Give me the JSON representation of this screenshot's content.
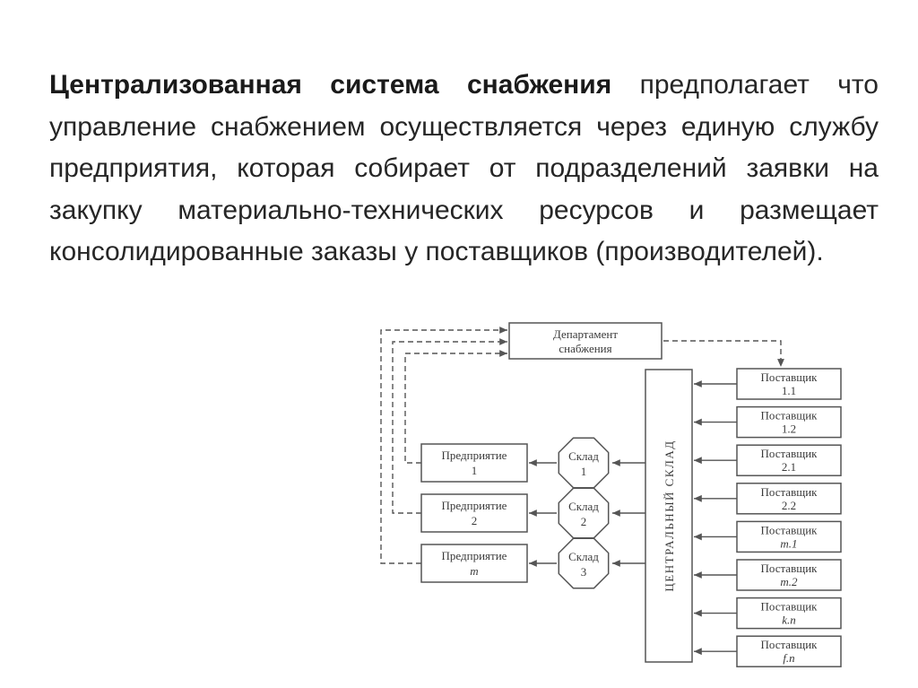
{
  "paragraph": {
    "term": "Централизованная система снабжения",
    "rest": " предполагает что управление снабжением осуществляется через единую службу предприятия, которая собирает от подразделений заявки на закупку материально-технических ресурсов и размещает консолидированные заказы у поставщиков (производителей)."
  },
  "diagram": {
    "department": [
      "Департамент",
      "снабжения"
    ],
    "central_warehouse": "ЦЕНТРАЛЬНЫЙ СКЛАД",
    "enterprises": [
      {
        "line1": "Предприятие",
        "line2": "1"
      },
      {
        "line1": "Предприятие",
        "line2": "2"
      },
      {
        "line1": "Предприятие",
        "line2": "m"
      }
    ],
    "warehouses": [
      {
        "line1": "Склад",
        "line2": "1"
      },
      {
        "line1": "Склад",
        "line2": "2"
      },
      {
        "line1": "Склад",
        "line2": "3"
      }
    ],
    "suppliers": [
      {
        "line1": "Поставщик",
        "line2": "1.1"
      },
      {
        "line1": "Поставщик",
        "line2": "1.2"
      },
      {
        "line1": "Поставщик",
        "line2": "2.1"
      },
      {
        "line1": "Поставщик",
        "line2": "2.2"
      },
      {
        "line1": "Поставщик",
        "line2": "m.1"
      },
      {
        "line1": "Поставщик",
        "line2": "m.2"
      },
      {
        "line1": "Поставщик",
        "line2": "k.n"
      },
      {
        "line1": "Поставщик",
        "line2": "f.n"
      }
    ]
  }
}
